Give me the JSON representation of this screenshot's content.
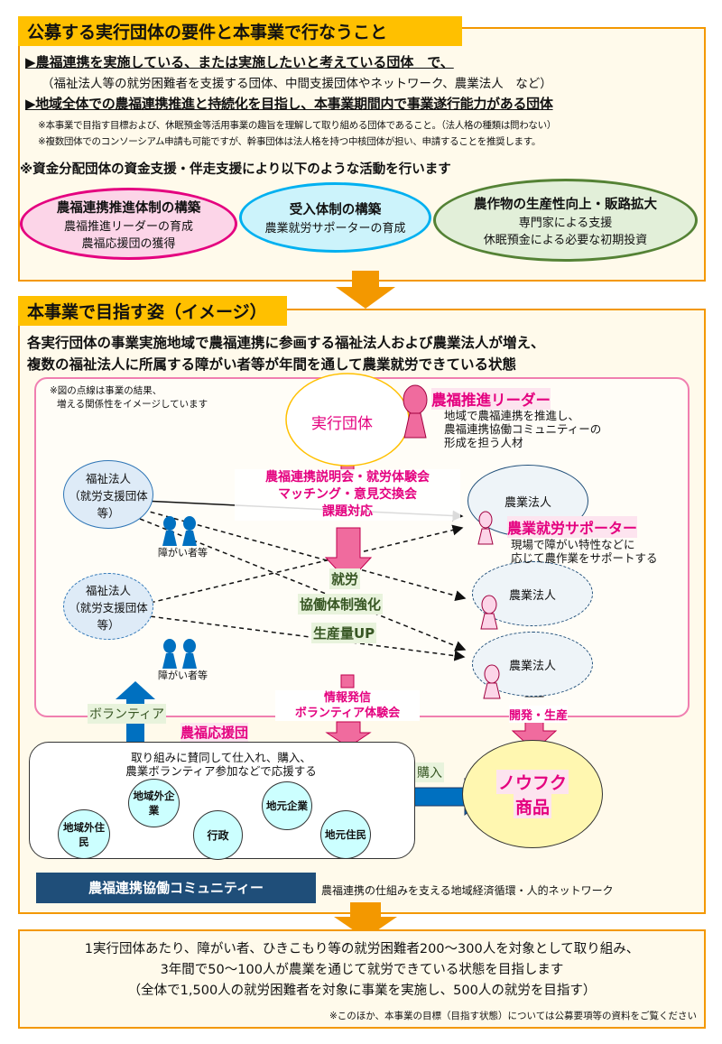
{
  "section1": {
    "title": "公募する実行団体の要件と本事業で行なうこと",
    "req1": "▶農福連携を実施している、または実施したいと考えている団体　で、",
    "req1_sub": "（福祉法人等の就労困難者を支援する団体、中間支援団体やネットワーク、農業法人　など）",
    "req2": "▶地域全体での農福連携推進と持続化を目指し、本事業期間内で事業遂行能力がある団体",
    "note1": "※本事業で目指す目標および、休眠預金等活用事業の趣旨を理解して取り組める団体であること。（法人格の種類は問わない）",
    "note2": "※複数団体でのコンソーシアム申請も可能ですが、幹事団体は法人格を持つ中核団体が担い、申請することを推奨します。",
    "activities_lead": "※資金分配団体の資金支援・伴走支援により以下のような活動を行います",
    "activities": [
      {
        "title": "農福連携推進体制の構築",
        "lines": [
          "農福推進リーダーの育成",
          "農福応援団の獲得"
        ]
      },
      {
        "title": "受入体制の構築",
        "lines": [
          "農業就労サポーターの育成"
        ]
      },
      {
        "title": "農作物の生産性向上・販路拡大",
        "lines": [
          "専門家による支援",
          "休眠預金による必要な初期投資"
        ]
      }
    ]
  },
  "section2": {
    "title": "本事業で目指す姿（イメージ）",
    "lead1": "各実行団体の事業実施地域で農福連携に参画する福祉法人および農業法人が増え、",
    "lead2": "複数の福祉法人に所属する障がい者等が年間を通して農業就労できている状態",
    "dotted_note": [
      "※図の点線は事業の結果、",
      "増える関係性をイメージしています"
    ],
    "implementer": "実行団体",
    "leader_title": "農福推進リーダー",
    "leader_desc": [
      "地域で農福連携を推進し、",
      "農福連携協働コミュニティーの",
      "形成を担う人材"
    ],
    "events": [
      "農福連携説明会・就労体験会",
      "マッチング・意見交換会",
      "課題対応"
    ],
    "welfare": "福祉法人",
    "welfare_sub": "（就労支援団体等）",
    "disabled": "障がい者等",
    "farm": "農業法人",
    "supporter_title": "農業就労サポーター",
    "supporter_desc": [
      "現場で障がい特性などに",
      "応じて農作業をサポートする"
    ],
    "outcomes": [
      "就労",
      "協働体制強化",
      "生産量UP"
    ],
    "volunteer": "ボランティア",
    "info": [
      "情報発信",
      "ボランティア体験会"
    ],
    "dev": "開発・生産",
    "supporters_group": "農福応援団",
    "supporters_desc": [
      "取り組みに賛同して仕入れ、購入、",
      "農業ボランティア参加などで応援する"
    ],
    "members": [
      "地域外企業",
      "地域外住民",
      "行政",
      "地元企業",
      "地元住民"
    ],
    "purchase": "購入",
    "product": [
      "ノウフク",
      "商品"
    ],
    "community": "農福連携協働コミュニティー",
    "community_desc": "農福連携の仕組みを支える地域経済循環・人的ネットワーク"
  },
  "section3": {
    "lines": [
      "1実行団体あたり、障がい者、ひきこもり等の就労困難者200～300人を対象として取り組み、",
      "3年間で50～100人が農業を通じて就労できている状態を目指します",
      "（全体で1,500人の就労困難者を対象に事業を実施し、500人の就労を目指す）"
    ],
    "note": "※このほか、本事業の目標（目指す状態）については公募要項等の資料をご覧ください"
  }
}
